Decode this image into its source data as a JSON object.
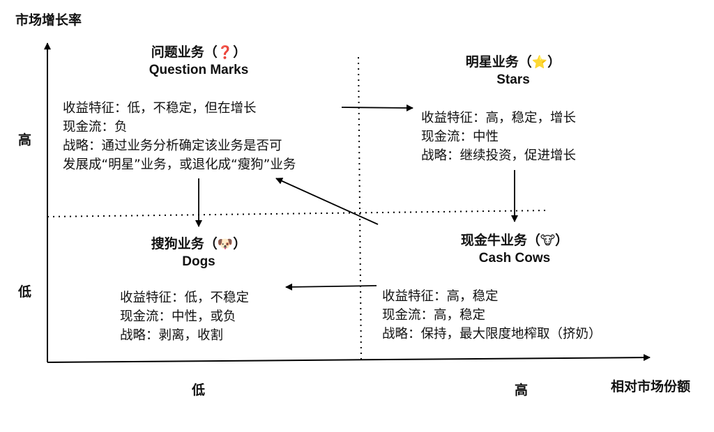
{
  "axes": {
    "y_title": "市场增长率",
    "x_title": "相对市场份额",
    "y_high": "高",
    "y_low": "低",
    "x_low": "低",
    "x_high": "高"
  },
  "quadrants": {
    "question_marks": {
      "title_prefix": "问题业务（",
      "icon": "❓",
      "title_suffix": "）",
      "subtitle": "Question Marks",
      "lines": [
        "收益特征：低，不稳定，但在增长",
        "现金流：负",
        "战略：通过业务分析确定该业务是否可",
        "发展成“明星”业务，或退化成“瘦狗”业务"
      ]
    },
    "stars": {
      "title_prefix": "明星业务（",
      "icon": "⭐",
      "title_suffix": "）",
      "subtitle": "Stars",
      "lines": [
        "收益特征：高，稳定，增长",
        "现金流：中性",
        "战略：继续投资，促进增长"
      ]
    },
    "dogs": {
      "title_prefix": "搜狗业务（",
      "icon": "🐶",
      "title_suffix": "）",
      "subtitle": "Dogs",
      "lines": [
        "收益特征：低，不稳定",
        "现金流：中性，或负",
        "战略：剥离，收割"
      ]
    },
    "cash_cows": {
      "title_prefix": "现金牛业务（",
      "icon": "🐮",
      "title_suffix": "）",
      "subtitle": "Cash Cows",
      "lines": [
        "收益特征：高，稳定",
        "现金流：高，稳定",
        "战略：保持，最大限度地榨取（挤奶）"
      ]
    }
  }
}
